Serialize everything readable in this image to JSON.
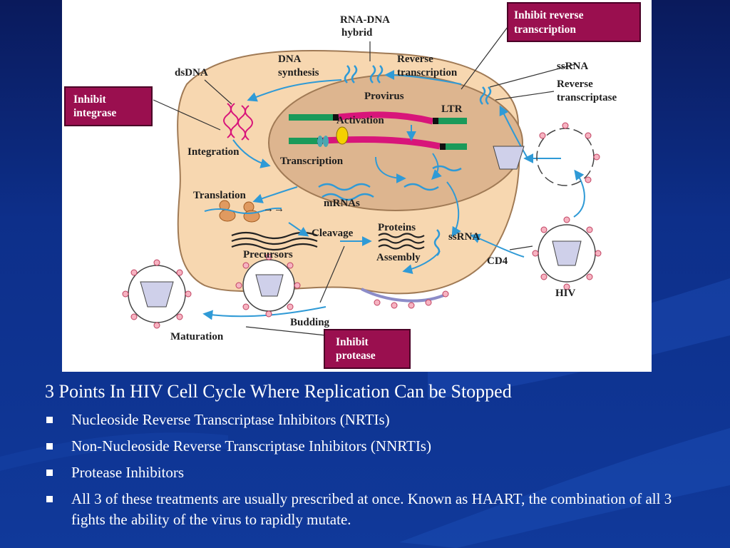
{
  "diagram": {
    "labels": {
      "rna_dna_hybrid_1": "RNA-DNA",
      "rna_dna_hybrid_2": "hybrid",
      "dna_synthesis_1": "DNA",
      "dna_synthesis_2": "synthesis",
      "reverse_transcription_1": "Reverse",
      "reverse_transcription_2": "transcription",
      "dsdna": "dsDNA",
      "ssrna_top": "ssRNA",
      "reverse_transcriptase_1": "Reverse",
      "reverse_transcriptase_2": "transcriptase",
      "provirus": "Provirus",
      "ltr": "LTR",
      "activation": "Activation",
      "transcription": "Transcription",
      "integration": "Integration",
      "translation": "Translation",
      "mrnas": "mRNAs",
      "cleavage": "Cleavage",
      "proteins": "Proteins",
      "ssrna_mid": "ssRNA",
      "precursors": "Precursors",
      "assembly": "Assembly",
      "cd4": "CD4",
      "hiv": "HIV",
      "budding": "Budding",
      "maturation": "Maturation"
    },
    "inhibitors": {
      "reverse_transcription_1": "Inhibit reverse",
      "reverse_transcription_2": "transcription",
      "integrase_1": "Inhibit",
      "integrase_2": "integrase",
      "protease_1": "Inhibit",
      "protease_2": "protease"
    },
    "colors": {
      "cell": "#f7d7b0",
      "nucleus": "#ddb58f",
      "inhibit_box": "#9a0f4f",
      "arrows": "#2f9ad6",
      "dna_pink": "#d8157a",
      "ltr_green": "#1a9a5a"
    }
  },
  "slide": {
    "caption": "3 Points In HIV Cell Cycle Where Replication Can be Stopped",
    "bullets": [
      "Nucleoside Reverse Transcriptase Inhibitors (NRTIs)",
      "Non-Nucleoside Reverse Transcriptase Inhibitors (NNRTIs)",
      "Protease Inhibitors",
      "All 3 of these treatments are usually prescribed at once. Known as HAART, the combination of all 3 fights the ability of the virus to rapidly mutate."
    ]
  }
}
